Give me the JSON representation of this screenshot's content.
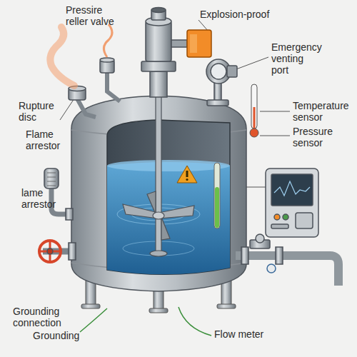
{
  "diagram": {
    "labels": [
      "Pressire reller valve",
      "Explosion-proof",
      "Emergency venting port",
      "Rupture disc",
      "Temperature sensor",
      "Pressure sensor",
      "Flame arrestor",
      "lame arrestor",
      "Grounding connection",
      "Grounding",
      "Flow meter"
    ]
  }
}
